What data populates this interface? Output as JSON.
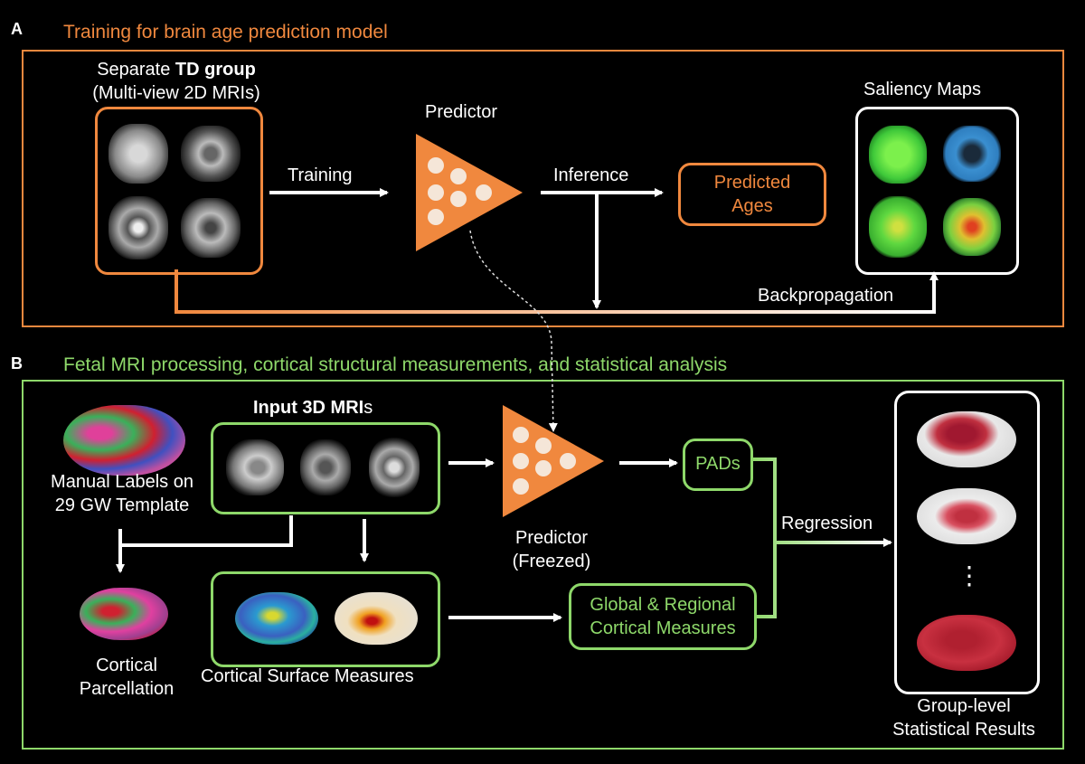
{
  "panel_a": {
    "letter": "A",
    "title": "Training for brain age prediction model",
    "input_line1_prefix": "Separate ",
    "input_line1_bold": "TD group",
    "input_line2": "(Multi-view 2D MRIs)",
    "predictor_label": "Predictor",
    "training_label": "Training",
    "inference_label": "Inference",
    "predicted_ages_line1": "Predicted",
    "predicted_ages_line2": "Ages",
    "saliency_label": "Saliency Maps",
    "backprop_label": "Backpropagation"
  },
  "panel_b": {
    "letter": "B",
    "title": "Fetal MRI processing, cortical structural measurements, and statistical analysis",
    "input_bold": "Input 3D MRI",
    "input_suffix": "s",
    "manual_labels_line1": "Manual Labels on",
    "manual_labels_line2": "29 GW Template",
    "cortical_parcellation_line1": "Cortical",
    "cortical_parcellation_line2": "Parcellation",
    "surface_measures_label": "Cortical Surface Measures",
    "predictor_line1": "Predictor",
    "predictor_line2": "(Freezed)",
    "pads_label": "PADs",
    "measures_line1": "Global & Regional",
    "measures_line2": "Cortical Measures",
    "regression_label": "Regression",
    "ellipsis": "⋮",
    "results_line1": "Group-level",
    "results_line2": "Statistical Results"
  },
  "colors": {
    "orange": "#f0883e",
    "green": "#8ed86a",
    "white": "#ffffff",
    "background": "#000000"
  }
}
